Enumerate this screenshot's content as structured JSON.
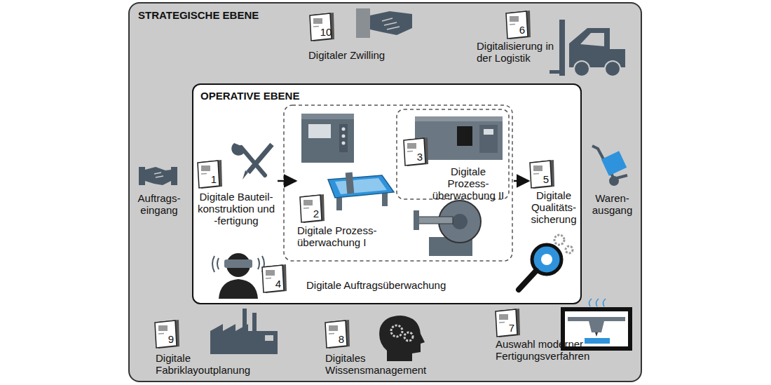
{
  "diagram": {
    "nodes": [
      {
        "text": [
          "STRATEGISCHE EBENE"
        ]
      },
      {
        "text": [
          "OPERATIVE EBENE"
        ],
        "in": 0
      }
    ],
    "labels": [
      "10",
      "Digitaler Zwilling",
      "6",
      "Digitalisierung in der Logistik",
      "Auftrags- eingang",
      "1",
      "Digitale Bauteil- konstruktion und -fertigung",
      "2",
      "Digitale Prozess- überwachung I",
      "3",
      "Digitale Prozess- überwachung II",
      "4",
      "Digitale Auftragsüberwachung",
      "5",
      "Digitale Qualitäts- sicherung",
      "Waren- ausgang",
      "9",
      "Digitale Fabriklayoutplanung",
      "8",
      "Digitales Wissensmanagement",
      "7",
      "Auswahl moderner Fertigungsverfahren"
    ]
  }
}
